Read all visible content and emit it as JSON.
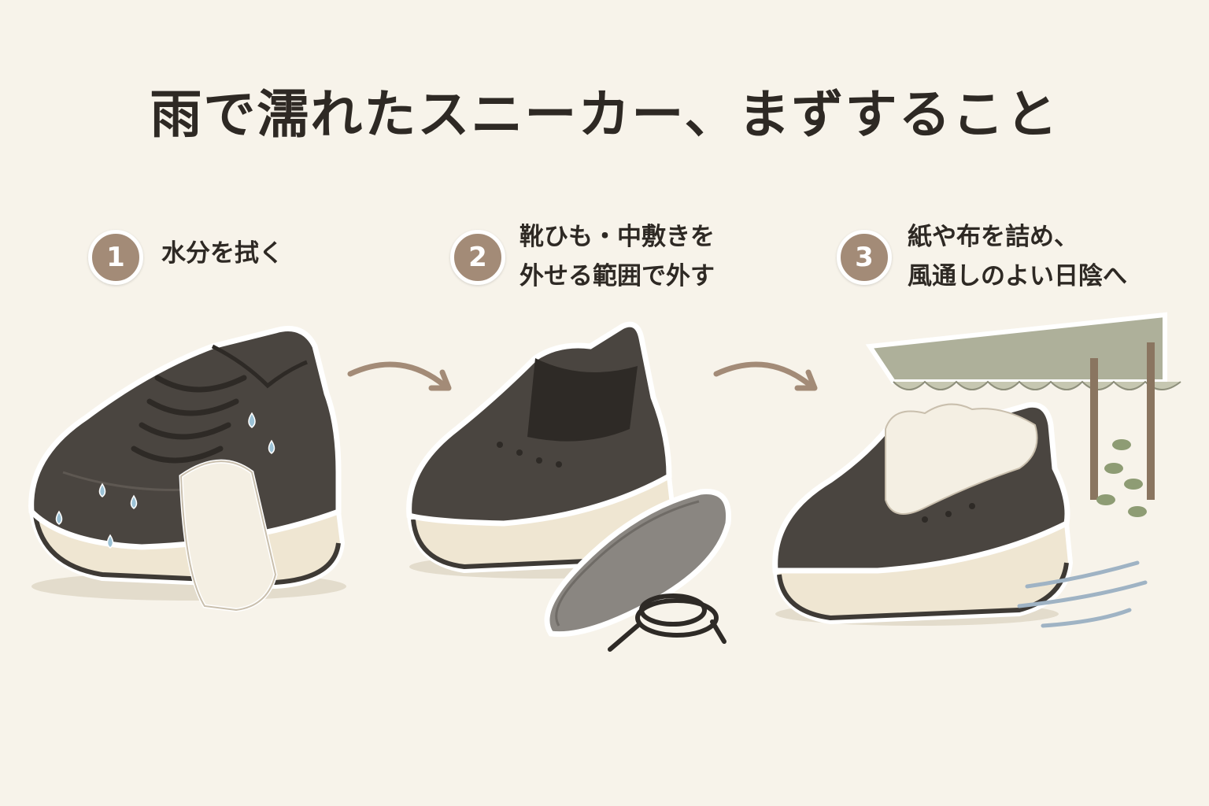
{
  "title": "雨で濡れたスニーカー、まずすること",
  "steps": [
    {
      "number": "1",
      "lines": [
        "水分を拭く"
      ]
    },
    {
      "number": "2",
      "lines": [
        "靴ひも・中敷きを",
        "外せる範囲で外す"
      ]
    },
    {
      "number": "3",
      "lines": [
        "紙や布を詰め、",
        "風通しのよい日陰へ"
      ]
    }
  ],
  "colors": {
    "background": "#f7f3ea",
    "badge": "#a38b77",
    "shoe": "#4a4540",
    "sole": "#efe6d2",
    "arrow": "#a38b77"
  }
}
